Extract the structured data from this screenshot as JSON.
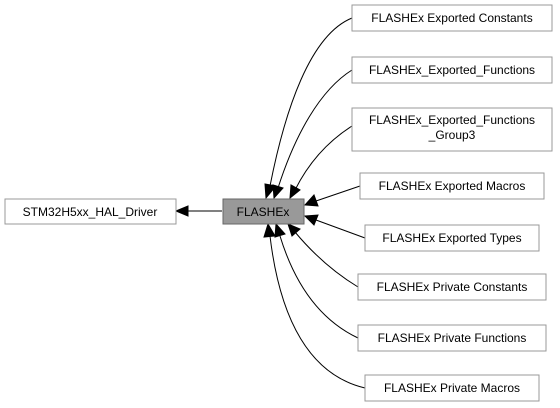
{
  "diagram": {
    "center": {
      "label": "FLASHEx"
    },
    "parent": {
      "label": "STM32H5xx_HAL_Driver"
    },
    "children": [
      {
        "label": "FLASHEx Exported Constants"
      },
      {
        "label": "FLASHEx_Exported_Functions"
      },
      {
        "label_lines": [
          "FLASHEx_Exported_Functions",
          "_Group3"
        ]
      },
      {
        "label": "FLASHEx Exported Macros"
      },
      {
        "label": "FLASHEx Exported Types"
      },
      {
        "label": "FLASHEx Private Constants"
      },
      {
        "label": "FLASHEx Private Functions"
      },
      {
        "label": "FLASHEx Private Macros"
      }
    ]
  }
}
